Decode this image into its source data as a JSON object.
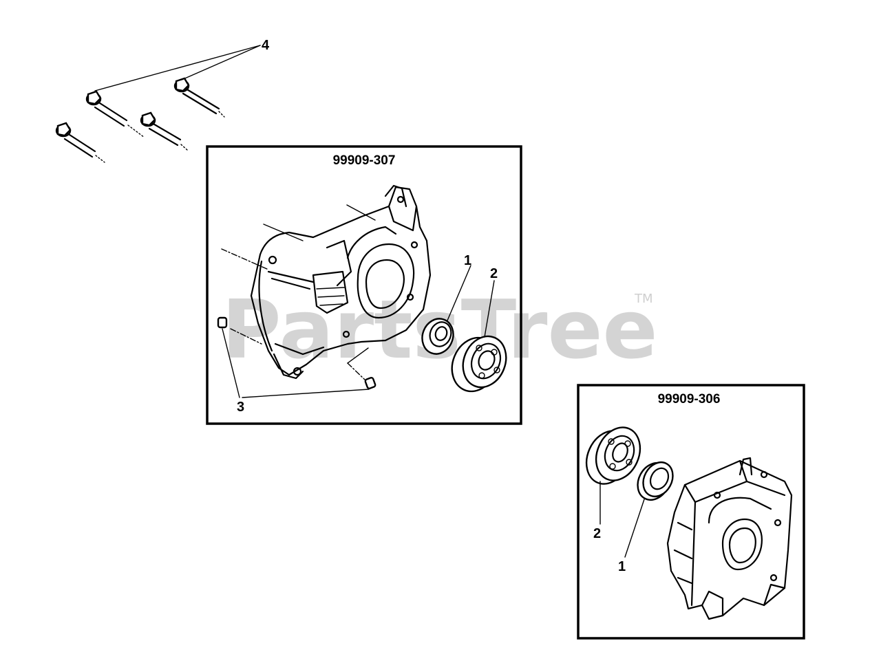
{
  "watermark": {
    "text": "PartsTree",
    "tm": "TM"
  },
  "boxes": [
    {
      "id": "left",
      "part_number": "99909-307"
    },
    {
      "id": "right",
      "part_number": "99909-306"
    }
  ],
  "callouts": {
    "bolts": "4",
    "left_bearing_small": "1",
    "left_bearing_large": "2",
    "left_dowel_pins": "3",
    "right_bearing_large": "2",
    "right_bearing_small": "1"
  }
}
